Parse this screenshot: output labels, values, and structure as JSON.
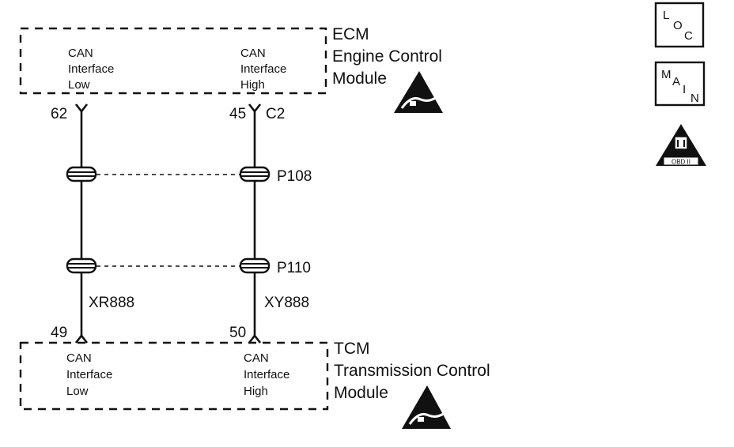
{
  "ecm": {
    "abbr": "ECM",
    "line1": "Engine Control",
    "line2": "Module",
    "left_pin": {
      "l1": "CAN",
      "l2": "Interface",
      "l3": "Low",
      "num": "62"
    },
    "right_pin": {
      "l1": "CAN",
      "l2": "Interface",
      "l3": "High",
      "num": "45",
      "connector": "C2"
    }
  },
  "tcm": {
    "abbr": "TCM",
    "line1": "Transmission Control",
    "line2": "Module",
    "left_pin": {
      "l1": "CAN",
      "l2": "Interface",
      "l3": "Low",
      "num": "49"
    },
    "right_pin": {
      "l1": "CAN",
      "l2": "Interface",
      "l3": "High",
      "num": "50"
    }
  },
  "splices": [
    {
      "label": "P108"
    },
    {
      "label": "P110"
    }
  ],
  "wires": {
    "left": "XR888",
    "right": "XY888"
  },
  "badges": {
    "loc": {
      "l": "L",
      "o": "O",
      "c": "C"
    },
    "main": {
      "m": "M",
      "a": "A",
      "i": "I",
      "n": "N"
    },
    "obd": "OBD II"
  },
  "icons": [
    "esd-warning-icon",
    "esd-warning-icon",
    "obd-ii-icon"
  ]
}
